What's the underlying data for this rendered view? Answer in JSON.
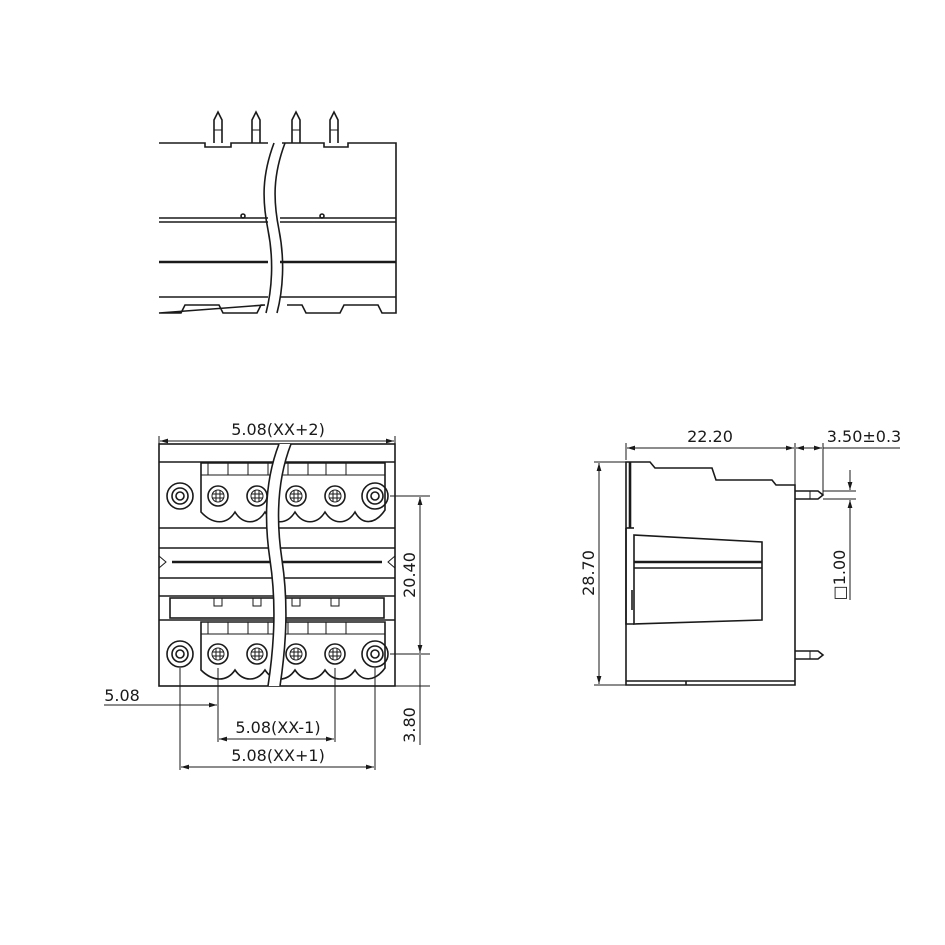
{
  "colors": {
    "line": "#1a1a1a",
    "background": "#ffffff"
  },
  "dimensions": {
    "pitch_span_plus2": "5.08(XX+2)",
    "height_20_40": "20.40",
    "pitch": "5.08",
    "pitch_span_minus1": "5.08(XX-1)",
    "pitch_span_plus1": "5.08(XX+1)",
    "offset_3_80": "3.80",
    "depth_22_20": "22.20",
    "pin_length": "3.50±0.3",
    "total_height": "28.70",
    "pin_square": "□1.00"
  }
}
